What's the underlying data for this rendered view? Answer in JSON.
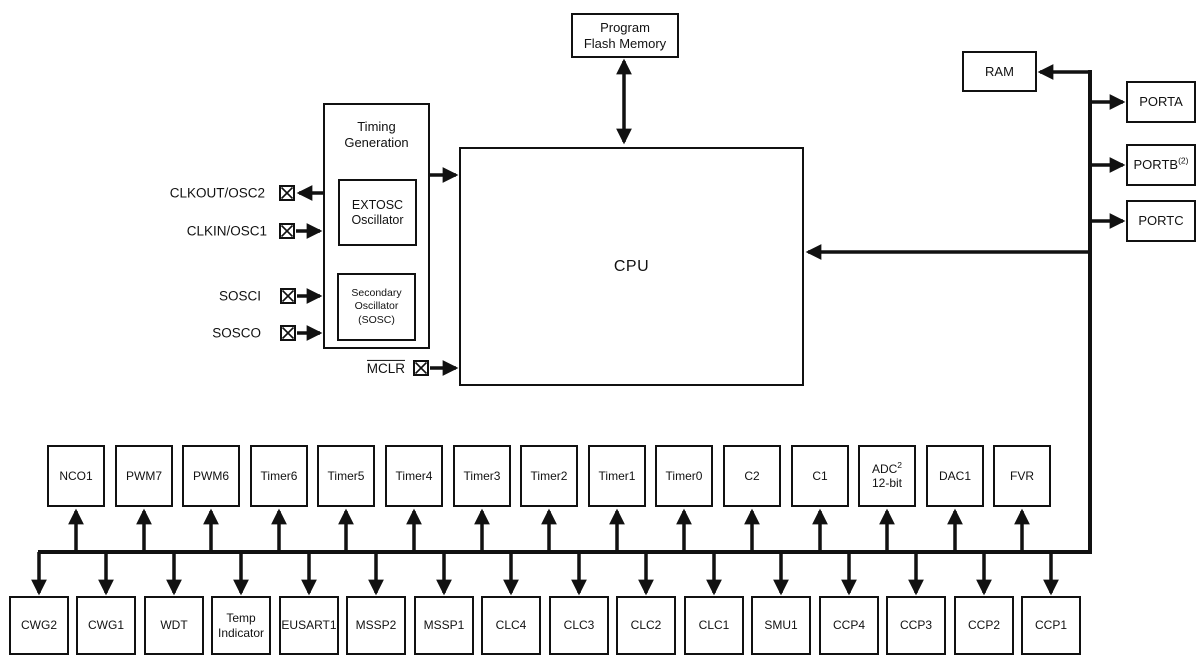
{
  "colors": {
    "line": "#111111",
    "background": "#ffffff",
    "text": "#111111"
  },
  "blocks": {
    "program_flash": {
      "line1": "Program",
      "line2": "Flash Memory"
    },
    "ram": {
      "label": "RAM"
    },
    "porta": {
      "label": "PORTA"
    },
    "portb": {
      "label": "PORTB",
      "sup": "(2)"
    },
    "portc": {
      "label": "PORTC"
    },
    "timing": {
      "line1": "Timing",
      "line2": "Generation"
    },
    "extosc": {
      "line1": "EXTOSC",
      "line2": "Oscillator"
    },
    "sosc": {
      "line1": "Secondary",
      "line2": "Oscillator",
      "line3": "(SOSC)"
    },
    "cpu": {
      "label": "CPU"
    }
  },
  "pins": {
    "clkout": {
      "label": "CLKOUT/OSC2"
    },
    "clkin": {
      "label": "CLKIN/OSC1"
    },
    "sosci": {
      "label": "SOSCI"
    },
    "sosco": {
      "label": "SOSCO"
    },
    "mclr": {
      "label": "MCLR"
    }
  },
  "middle_row": [
    {
      "label": "NCO1"
    },
    {
      "label": "PWM7"
    },
    {
      "label": "PWM6"
    },
    {
      "label": "Timer6"
    },
    {
      "label": "Timer5"
    },
    {
      "label": "Timer4"
    },
    {
      "label": "Timer3"
    },
    {
      "label": "Timer2"
    },
    {
      "label": "Timer1"
    },
    {
      "label": "Timer0"
    },
    {
      "label": "C2"
    },
    {
      "label": "C1"
    },
    {
      "label": "ADC",
      "sup": "2",
      "line2": "12-bit"
    },
    {
      "label": "DAC1"
    },
    {
      "label": "FVR"
    }
  ],
  "bottom_row": [
    {
      "label": "CWG2"
    },
    {
      "label": "CWG1"
    },
    {
      "label": "WDT"
    },
    {
      "label": "Temp",
      "line2": "Indicator"
    },
    {
      "label": "EUSART1"
    },
    {
      "label": "MSSP2"
    },
    {
      "label": "MSSP1"
    },
    {
      "label": "CLC4"
    },
    {
      "label": "CLC3"
    },
    {
      "label": "CLC2"
    },
    {
      "label": "CLC1"
    },
    {
      "label": "SMU1"
    },
    {
      "label": "CCP4"
    },
    {
      "label": "CCP3"
    },
    {
      "label": "CCP2"
    },
    {
      "label": "CCP1"
    }
  ]
}
